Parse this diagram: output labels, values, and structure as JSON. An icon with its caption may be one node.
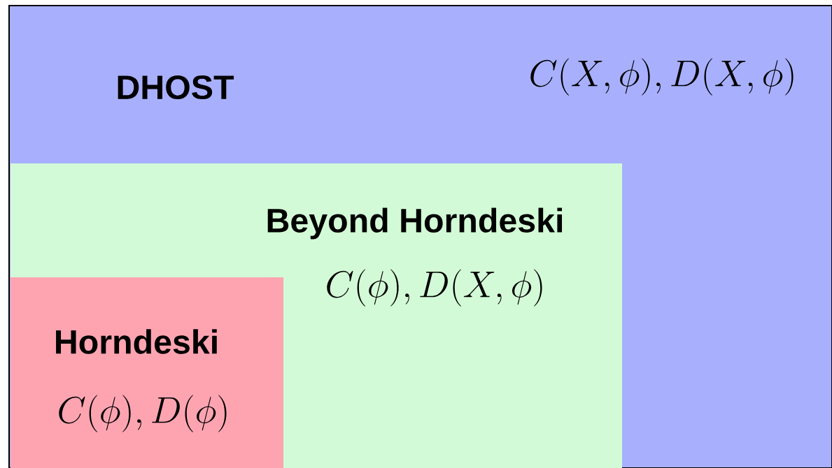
{
  "diagram": {
    "nodes": [
      {
        "text": [
          "DHOST",
          "C(X,\\phi), D(X,\\phi)"
        ]
      },
      {
        "text": [
          "Beyond Horndeski",
          "C(\\phi), D(X,\\phi)"
        ],
        "in": 0
      },
      {
        "text": [
          "Horndeski",
          "C(\\phi), D(\\phi)"
        ],
        "in": 1
      }
    ]
  }
}
